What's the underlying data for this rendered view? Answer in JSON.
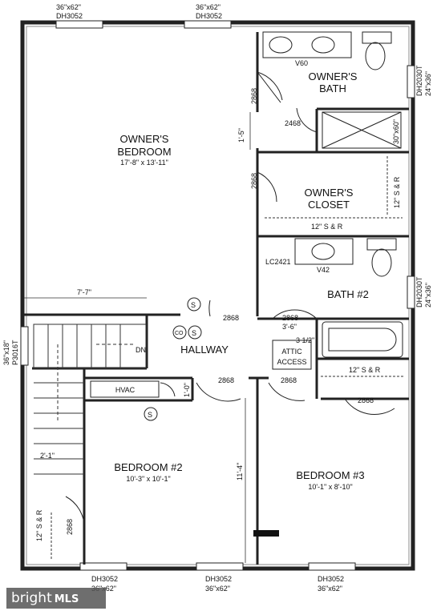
{
  "rooms": {
    "owners_bedroom": {
      "name_line1": "OWNER'S",
      "name_line2": "BEDROOM",
      "size": "17'-8\" x 13'-11\""
    },
    "owners_bath": {
      "name_line1": "OWNER'S",
      "name_line2": "BATH"
    },
    "owners_closet": {
      "name_line1": "OWNER'S",
      "name_line2": "CLOSET"
    },
    "bath2": {
      "name": "BATH #2"
    },
    "hallway": {
      "name": "HALLWAY"
    },
    "attic": {
      "line1": "ATTIC",
      "line2": "ACCESS"
    },
    "bedroom2": {
      "name": "BEDROOM #2",
      "size": "10'-3\" x 10'-1\""
    },
    "bedroom3": {
      "name": "BEDROOM #3",
      "size": "10'-1\" x 8'-10\""
    },
    "hvac": "HVAC"
  },
  "windows": {
    "top1_size": "36\"x62\"",
    "top1_code": "DH3052",
    "top2_size": "36\"x62\"",
    "top2_code": "DH3052",
    "right1_code": "DH2030T",
    "right1_size": "24\"x36\"",
    "right2_code": "DH2030T",
    "right2_size": "24\"x36\"",
    "left_size": "36\"x18\"",
    "left_code": "P3016T",
    "bottom1_code": "DH3052",
    "bottom1_size": "36\"x62\"",
    "bottom2_code": "DH3052",
    "bottom2_size": "36\"x62\"",
    "bottom3_code": "DH3052",
    "bottom3_size": "36\"x62\""
  },
  "labels": {
    "v60": "V60",
    "v42": "V42",
    "lc2421": "LC2421",
    "door_2868": "2868",
    "door_2468": "2468",
    "shower": "30\"x60\"",
    "sr": "12\" S & R",
    "dim_7_7": "7'-7\"",
    "dim_1_5": "1'-5\"",
    "dim_3_6": "3'-6\"",
    "dim_3_half": "3 1/2\"",
    "dim_1_0": "1'-0\"",
    "dim_2_1": "2'-1\"",
    "dim_11_4": "11'-4\"",
    "smoke": "S",
    "co": "CO",
    "dn": "DN"
  },
  "watermark": {
    "brand": "bright",
    "mls": "MLS"
  }
}
